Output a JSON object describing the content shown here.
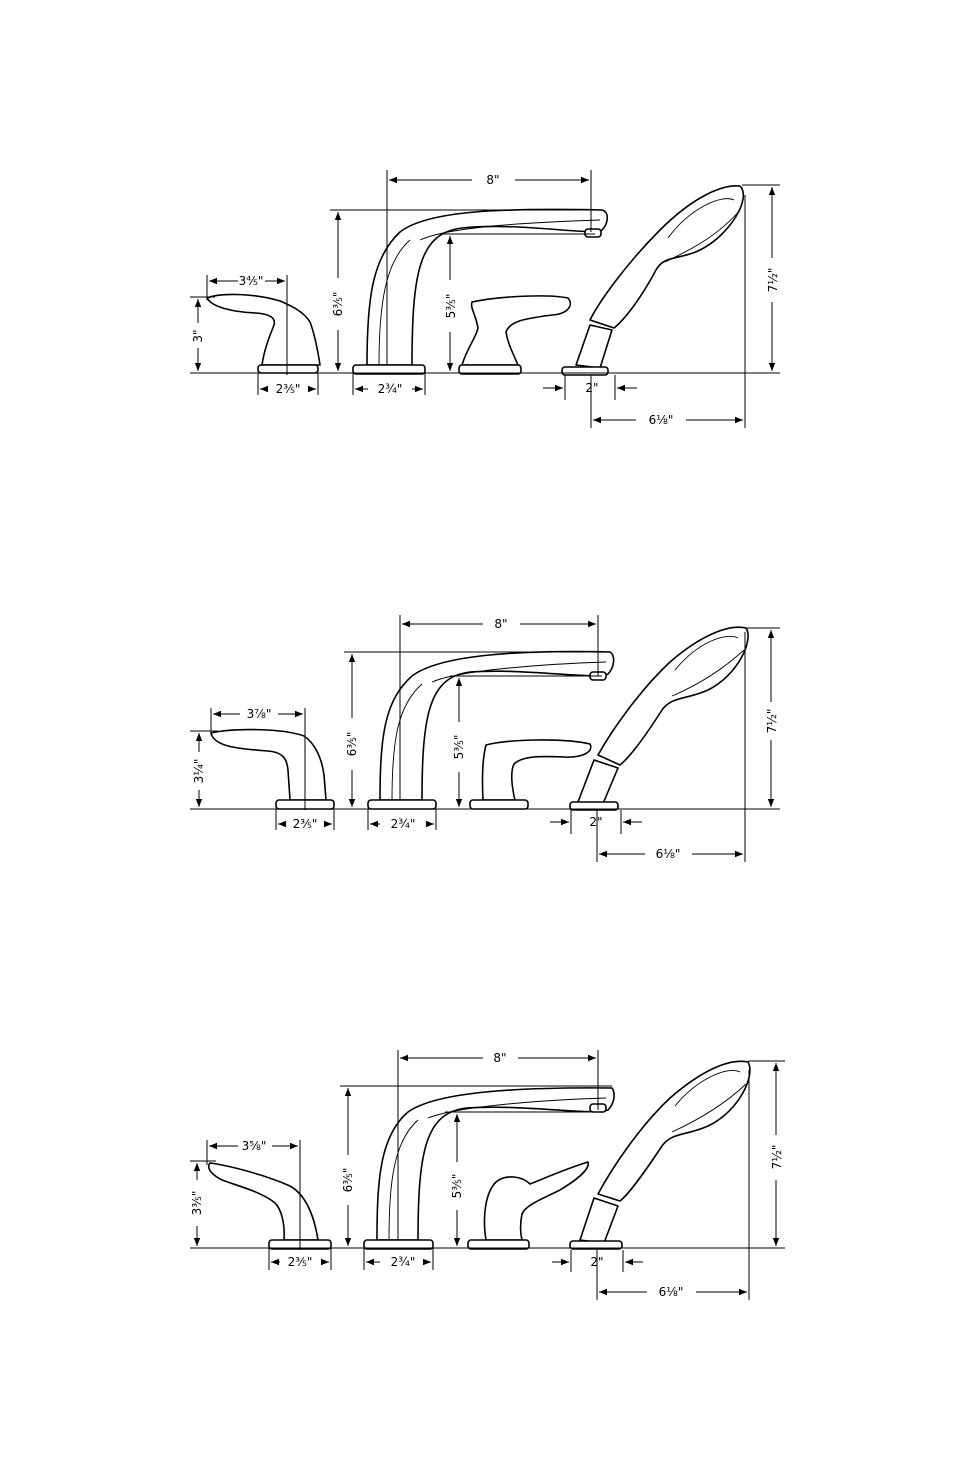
{
  "diagrams": [
    {
      "handle_width": "3⅘\"",
      "handle_height": "3\"",
      "handle_base": "2⅗\"",
      "spout_height": "6⅗\"",
      "spout_outlet_height": "5⅗\"",
      "spout_base": "2¾\"",
      "spout_reach": "8\"",
      "shower_height": "7½\"",
      "shower_base": "2\"",
      "shower_reach": "6⅛\""
    },
    {
      "handle_width": "3⅞\"",
      "handle_height": "3¼\"",
      "handle_base": "2⅗\"",
      "spout_height": "6⅗\"",
      "spout_outlet_height": "5⅗\"",
      "spout_base": "2¾\"",
      "spout_reach": "8\"",
      "shower_height": "7½\"",
      "shower_base": "2\"",
      "shower_reach": "6⅛\""
    },
    {
      "handle_width": "3⅝\"",
      "handle_height": "3⅗\"",
      "handle_base": "2⅗\"",
      "spout_height": "6⅗\"",
      "spout_outlet_height": "5⅗\"",
      "spout_base": "2¾\"",
      "spout_reach": "8\"",
      "shower_height": "7½\"",
      "shower_base": "2\"",
      "shower_reach": "6⅛\""
    }
  ]
}
